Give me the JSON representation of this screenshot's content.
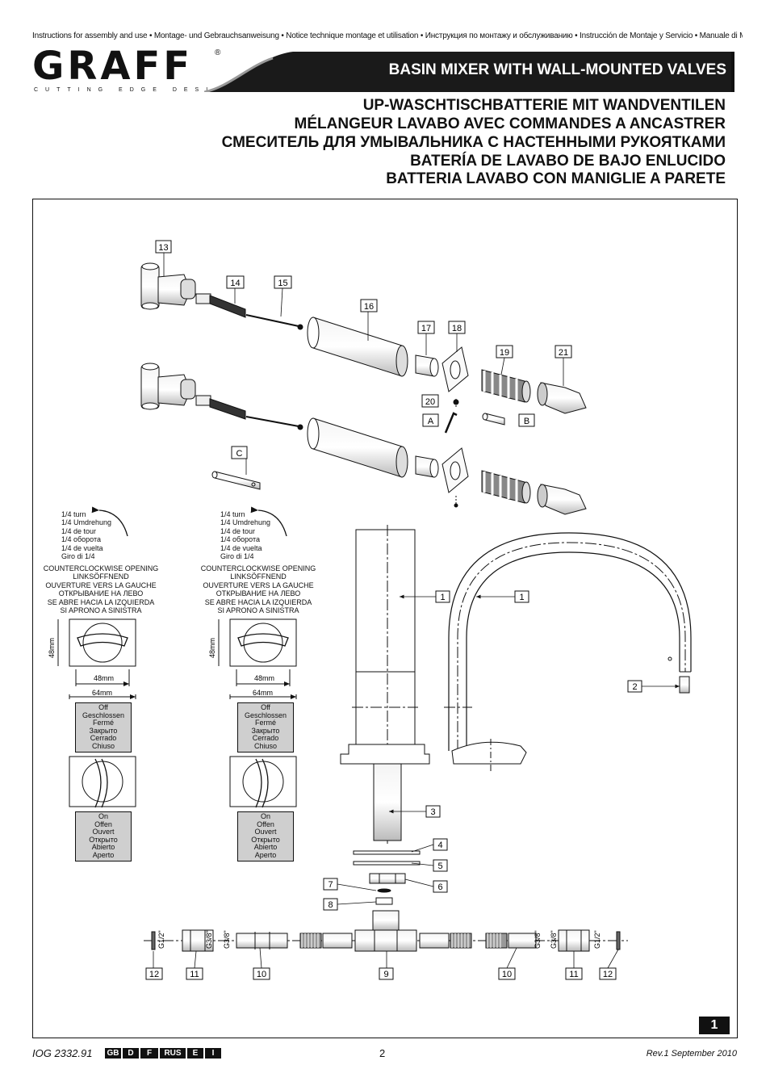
{
  "header": {
    "top_line": "Instructions for assembly and use • Montage- und Gebrauchsanweisung • Notice technique montage et utilisation • Инструкция по монтажу и обслуживанию • Instrucción de Montaje y Servicio • Manuale di Montaggio e Uso",
    "brand": "GRAFF",
    "reg_mark": "®",
    "tagline": "CUTTING EDGE DESIGN",
    "title": "BASIN MIXER WITH WALL-MOUNTED VALVES",
    "subtitles": [
      "UP-WASCHTISCHBATTERIE MIT WANDVENTILEN",
      "MÉLANGEUR LAVABO AVEC COMMANDES A ANCASTRER",
      "СМЕСИТЕЛЬ ДЛЯ УМЫВАЛЬНИКА С НАСТЕННЫМИ  РУКОЯТКАМИ",
      "BATERÍA DE LAVABO DE BAJO ENLUCIDO",
      "BATTERIA LAVABO CON MANIGLIE A PARETE"
    ]
  },
  "diagram": {
    "callouts": [
      "13",
      "14",
      "15",
      "16",
      "17",
      "18",
      "19",
      "21",
      "20",
      "A",
      "B",
      "C",
      "1",
      "1",
      "2",
      "3",
      "4",
      "5",
      "6",
      "7",
      "8",
      "12",
      "11",
      "10",
      "9",
      "10",
      "11",
      "12"
    ],
    "turn_text": [
      "1/4 turn",
      "1/4 Umdrehung",
      "1/4 de tour",
      "1/4 оборота",
      "1/4 de vuelta",
      "Giro di 1/4"
    ],
    "opening_text": [
      "COUNTERCLOCKWISE OPENING",
      "LINKSÖFFNEND",
      "OUVERTURE VERS LA GAUCHE",
      "ОТКРЫВАНИЕ НА ЛЕВО",
      "SE ABRE HACIA LA IZQUIERDA",
      "SI APRONO A SINISTRA"
    ],
    "dim_height": "48mm",
    "dim_inner": "48mm",
    "dim_outer": "64mm",
    "off_text": [
      "Off",
      "Geschlossen",
      "Fermé",
      "Закрыто",
      "Cerrado",
      "Chiuso"
    ],
    "on_text": [
      "On",
      "Offen",
      "Ouvert",
      "Открыто",
      "Abierto",
      "Aperto"
    ],
    "thread_labels": [
      "G1/2\"",
      "G3/8\"",
      "G3/8\"",
      "G3/8\"",
      "G3/8\"",
      "G1/2\""
    ]
  },
  "footer": {
    "code": "IOG 2332.91",
    "languages": [
      "GB",
      "D",
      "F",
      "RUS",
      "E",
      "I"
    ],
    "page": "2",
    "revision": "Rev.1  September 2010",
    "figure_number": "1"
  }
}
